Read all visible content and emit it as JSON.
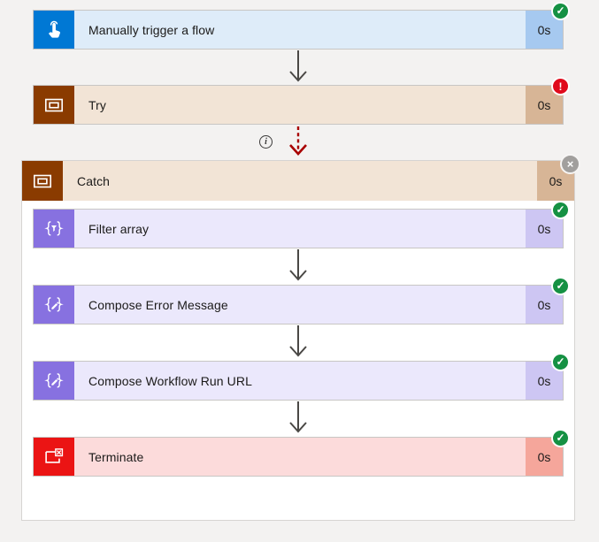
{
  "title": "Flow run diagram",
  "glyphs": {
    "check": "✓",
    "error": "!",
    "close": "×",
    "info": "i"
  },
  "nodes": {
    "trigger": {
      "label": "Manually trigger a flow",
      "duration": "0s",
      "status": "succeeded"
    },
    "try_scope": {
      "label": "Try",
      "duration": "0s",
      "status": "failed"
    },
    "catch_scope": {
      "label": "Catch",
      "duration": "0s",
      "status": "succeeded"
    },
    "filter_array": {
      "label": "Filter array",
      "duration": "0s",
      "status": "succeeded"
    },
    "compose_error_message": {
      "label": "Compose Error Message",
      "duration": "0s",
      "status": "succeeded"
    },
    "compose_workflow_run_url": {
      "label": "Compose Workflow Run URL",
      "duration": "0s",
      "status": "succeeded"
    },
    "terminate": {
      "label": "Terminate",
      "duration": "0s",
      "status": "succeeded"
    }
  },
  "colors": {
    "canvas_bg": "#f3f2f1",
    "trigger_icon": "#0078d4",
    "trigger_body": "#deecf9",
    "trigger_duration": "#a6c9f0",
    "scope_icon": "#8a3b00",
    "scope_body": "#f2e4d6",
    "scope_duration": "#d7b596",
    "data_icon": "#8771e0",
    "data_body": "#ebe8fc",
    "data_duration": "#cdc6f3",
    "terminate_icon": "#eb1414",
    "terminate_body": "#fcdbdb",
    "terminate_duration": "#f5a69b",
    "success": "#159143",
    "error": "#e00b1c",
    "connector": "#4a4845",
    "error_connector": "#a80000"
  }
}
